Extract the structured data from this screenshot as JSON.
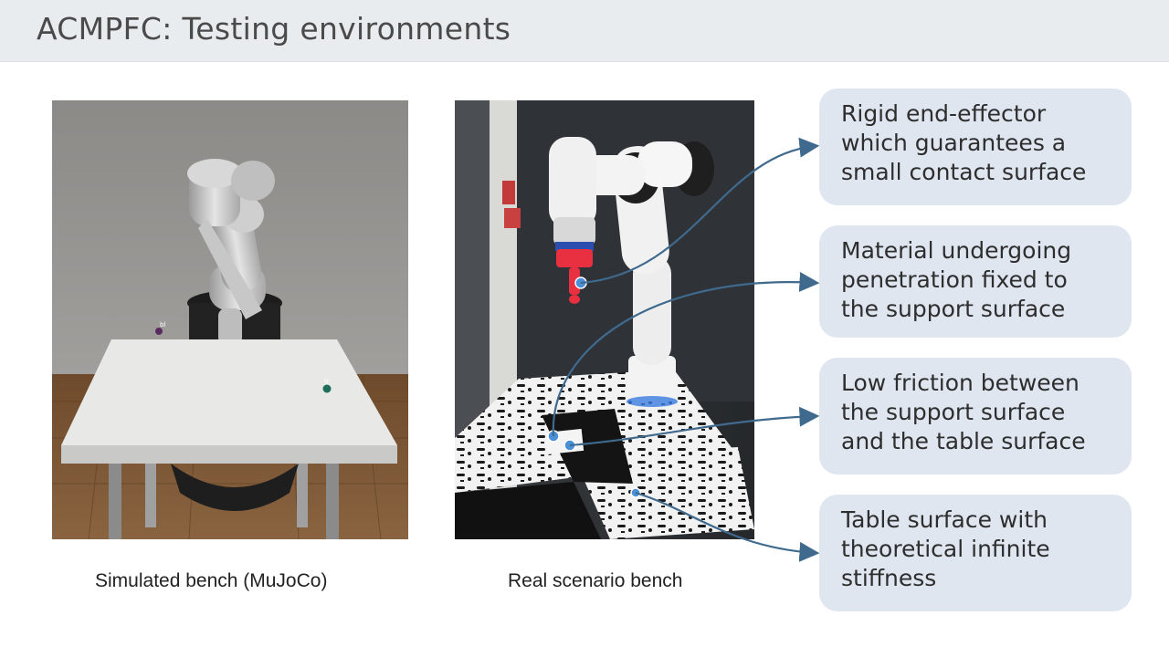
{
  "slide": {
    "title": "ACMPFC: Testing environments"
  },
  "figures": {
    "simulated": {
      "caption": "Simulated bench (MuJoCo)",
      "marker_labels": [
        "bl",
        "tr"
      ]
    },
    "real": {
      "caption": "Real scenario bench"
    }
  },
  "callouts": [
    {
      "text": "Rigid end-effector\nwhich guarantees a\nsmall contact surface"
    },
    {
      "text": "Material undergoing\npenetration fixed to\nthe support surface"
    },
    {
      "text": "Low friction between\nthe support surface\nand the table surface"
    },
    {
      "text": "Table surface with\ntheoretical infinite\nstiffness"
    }
  ],
  "colors": {
    "header_bg": "#e9ecef",
    "callout_bg": "#dfe6f0",
    "connector": "#3f6a8e",
    "marker": "#4a90d9"
  },
  "icons": {
    "connector_end": "arrowhead",
    "connector_start": "dot"
  }
}
